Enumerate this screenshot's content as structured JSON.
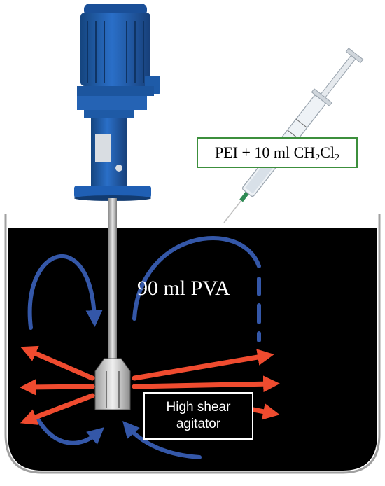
{
  "labels": {
    "syringe": {
      "main": "PEI + 10 ml CH",
      "sub1": "2",
      "mid": "Cl",
      "sub2": "2"
    },
    "solution": "90 ml PVA",
    "agitator": {
      "line1": "High shear",
      "line2": "agitator"
    }
  },
  "colors": {
    "vessel_fill": "#000000",
    "vessel_wall": "#a0a0a0",
    "motor_blue": "#1f5fb4",
    "flow_blue": "#3457a8",
    "flow_red": "#ef4b2f",
    "label_border": "#3c8f3c"
  },
  "icons": [
    "motor-icon",
    "syringe-icon",
    "impeller-icon",
    "flow-arrow-icon"
  ]
}
